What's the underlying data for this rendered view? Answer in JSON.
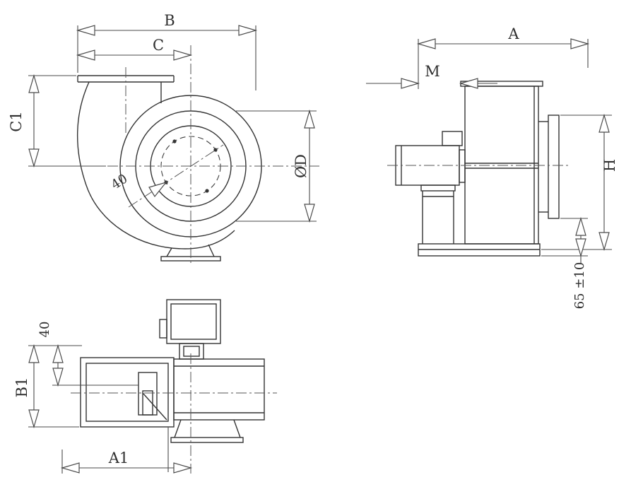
{
  "colors": {
    "background": "#ffffff",
    "geometry_line": "#343434",
    "dimension_line": "#4a4a4a",
    "centerline": "#555555"
  },
  "front_view": {
    "dim_b": "B",
    "dim_c": "C",
    "dim_c1": "C1",
    "dim_angle": "40",
    "dim_d": "ØD"
  },
  "side_view": {
    "dim_a": "A",
    "dim_m": "M",
    "dim_h": "H",
    "dim_base": "65 ±10"
  },
  "plan_view": {
    "dim_b1": "B1",
    "dim_offset": "40",
    "dim_a1": "A1"
  }
}
